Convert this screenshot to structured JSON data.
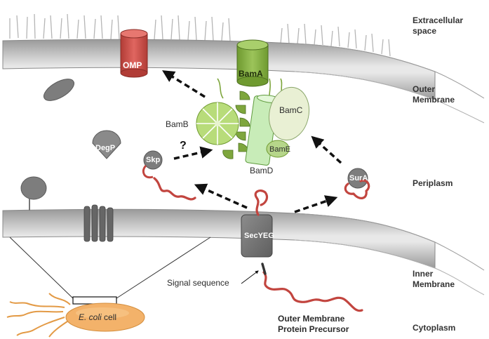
{
  "regions": {
    "extracellular_line1": "Extracellular",
    "extracellular_line2": "space",
    "outer_membrane_line1": "Outer",
    "outer_membrane_line2": "Membrane",
    "periplasm": "Periplasm",
    "inner_membrane_line1": "Inner",
    "inner_membrane_line2": "Membrane",
    "cytoplasm": "Cytoplasm"
  },
  "proteins": {
    "omp": "OMP",
    "bama": "BamA",
    "bamb": "BamB",
    "bamc": "BamC",
    "bamd": "BamD",
    "bame": "BamE",
    "degp": "DegP",
    "skp": "Skp",
    "sura": "SurA",
    "secyeg": "SecYEG"
  },
  "annotations": {
    "question_mark": "?",
    "signal_sequence": "Signal sequence",
    "precursor_line1": "Outer Membrane",
    "precursor_line2": "Protein Precursor"
  },
  "inset": {
    "species": "E. coli",
    "cell_word": "cell"
  },
  "colors": {
    "omp": "#c94a43",
    "bam_complex": "#8db347",
    "bamb_light": "#b8dc7a",
    "bamc": "#e9f0d4",
    "bamd": "#c8ecb8",
    "chaperone": "#7d7d7d",
    "unfolded_chain": "#c2453f",
    "membrane_edge": "#8a8a8a",
    "ecoli_cell": "#f3b26a"
  }
}
